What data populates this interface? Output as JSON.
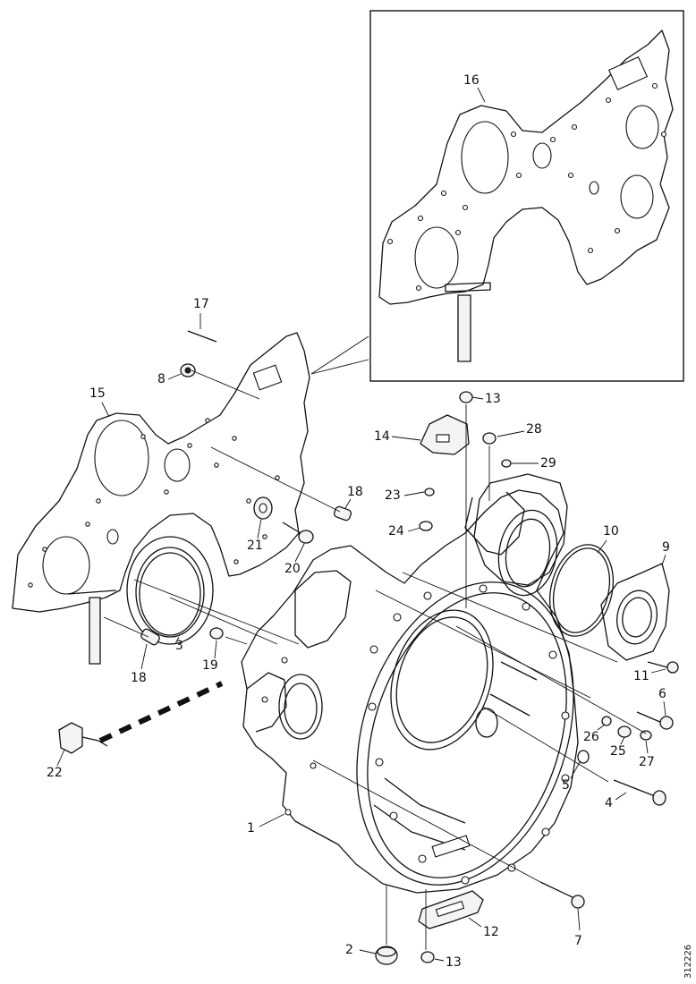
{
  "reference_number": "312226",
  "callouts": [
    {
      "id": "c16",
      "text": "16"
    },
    {
      "id": "c17",
      "text": "17"
    },
    {
      "id": "c8a",
      "text": "8"
    },
    {
      "id": "c15",
      "text": "15"
    },
    {
      "id": "c13a",
      "text": "13"
    },
    {
      "id": "c14",
      "text": "14"
    },
    {
      "id": "c28",
      "text": "28"
    },
    {
      "id": "c29",
      "text": "29"
    },
    {
      "id": "c18a",
      "text": "18"
    },
    {
      "id": "c23",
      "text": "23"
    },
    {
      "id": "c24",
      "text": "24"
    },
    {
      "id": "c21",
      "text": "21"
    },
    {
      "id": "c20",
      "text": "20"
    },
    {
      "id": "c10",
      "text": "10"
    },
    {
      "id": "c9",
      "text": "9"
    },
    {
      "id": "c3",
      "text": "3"
    },
    {
      "id": "c19",
      "text": "19"
    },
    {
      "id": "c18b",
      "text": "18"
    },
    {
      "id": "c11",
      "text": "11"
    },
    {
      "id": "c6",
      "text": "6"
    },
    {
      "id": "c26",
      "text": "26"
    },
    {
      "id": "c25",
      "text": "25"
    },
    {
      "id": "c27",
      "text": "27"
    },
    {
      "id": "c22",
      "text": "22"
    },
    {
      "id": "c5",
      "text": "5"
    },
    {
      "id": "c4",
      "text": "4"
    },
    {
      "id": "c1",
      "text": "1"
    },
    {
      "id": "c7",
      "text": "7"
    },
    {
      "id": "c12",
      "text": "12"
    },
    {
      "id": "c2",
      "text": "2"
    },
    {
      "id": "c13b",
      "text": "13"
    }
  ]
}
